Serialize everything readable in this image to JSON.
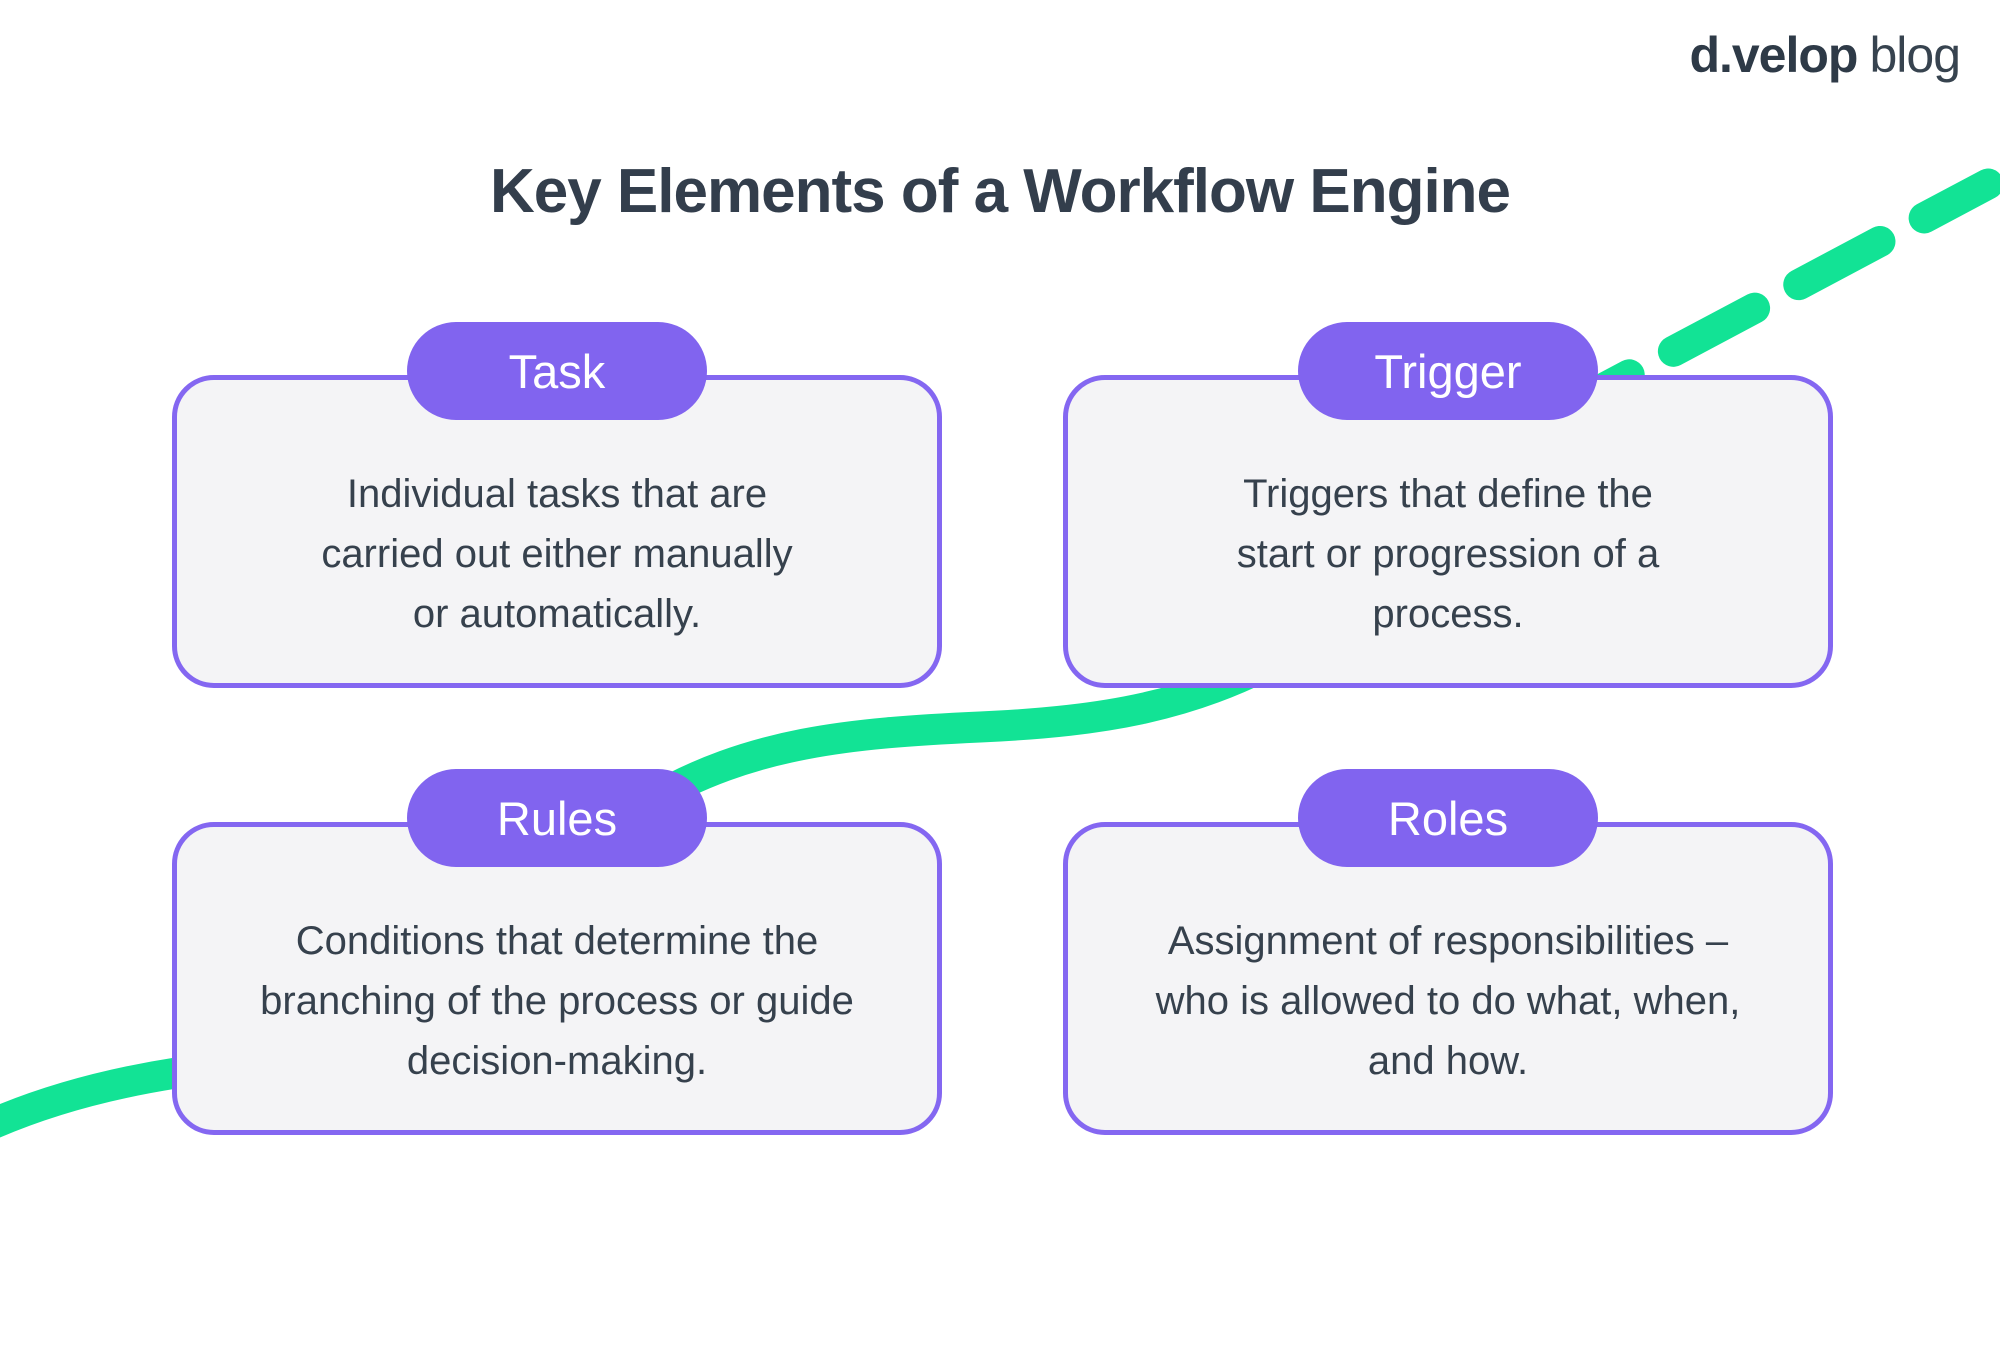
{
  "logo": {
    "bold": "d.velop",
    "light": "blog"
  },
  "title": {
    "text": "Key Elements of a Workflow Engine"
  },
  "colors": {
    "accent_purple": "#8164EF",
    "card_border_purple": "#8467F1",
    "card_background": "#F4F4F6",
    "flow_green": "#12E395",
    "title_text": "#333E4C",
    "body_text": "#36414D",
    "pill_text": "#FFFFFF",
    "logo_text": "#2E3A47"
  },
  "cards": [
    {
      "id": "task",
      "label": "Task",
      "lines": [
        "Individual tasks that are",
        "carried out either manually",
        "or automatically."
      ]
    },
    {
      "id": "trigger",
      "label": "Trigger",
      "lines": [
        "Triggers that define the",
        "start or progression of a",
        "process."
      ]
    },
    {
      "id": "rules",
      "label": "Rules",
      "lines": [
        "Conditions that determine the",
        "branching of the process or guide",
        "decision-making."
      ]
    },
    {
      "id": "roles",
      "label": "Roles",
      "lines": [
        "Assignment of responsibilities –",
        "who is allowed to do what, when,",
        "and how."
      ]
    }
  ]
}
